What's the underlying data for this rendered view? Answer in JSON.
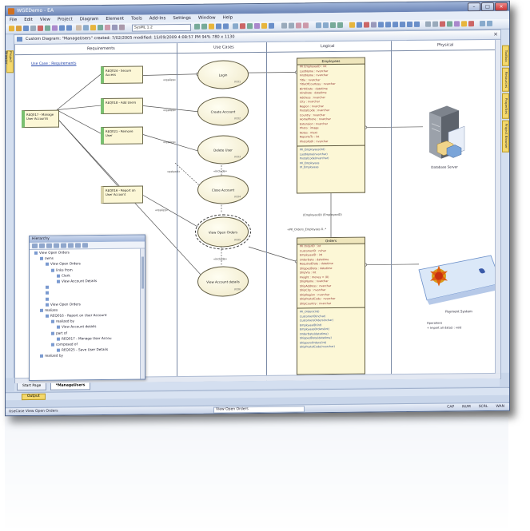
{
  "window": {
    "title": "WGEDemo - EA"
  },
  "menu": [
    "File",
    "Edit",
    "View",
    "Project",
    "Diagram",
    "Element",
    "Tools",
    "Add-Ins",
    "Settings",
    "Window",
    "Help"
  ],
  "toolbar": {
    "selector_value": "SysML 1.2"
  },
  "doc_tab": {
    "label": "Custom Diagram: \"ManageUsers\"  created: 7/02/2005 modified: 15/09/2009 4:08:57 PM  94%  780 x 1130"
  },
  "side_tabs": {
    "left": "Project Browser",
    "right": [
      "Toolbox",
      "Resources",
      "Properties",
      "Project Browser"
    ]
  },
  "lanes": [
    "Requirements",
    "Use Cases",
    "Logical",
    "Physical"
  ],
  "link": "Use Case : Requirements",
  "requirements": [
    {
      "id": "r1",
      "label": "REQ024 - Secure Access"
    },
    {
      "id": "r2",
      "label": "REQ018 - Add Users"
    },
    {
      "id": "r3",
      "label": "REQ017 - Manage User Accounts"
    },
    {
      "id": "r4",
      "label": "REQ021 - Remove User"
    },
    {
      "id": "r5",
      "label": "REQ016 - Report on User Account"
    }
  ],
  "usecases": [
    {
      "id": "u1",
      "label": "Login",
      "code": "UC01"
    },
    {
      "id": "u2",
      "label": "Create Account",
      "code": "UC02"
    },
    {
      "id": "u3",
      "label": "Delete User",
      "code": "UC03"
    },
    {
      "id": "u4",
      "label": "Close Account",
      "code": "UC04"
    },
    {
      "id": "u5",
      "label": "View Open Orders",
      "code": "UC05"
    },
    {
      "id": "u6",
      "label": "View Account details",
      "code": "UC06"
    }
  ],
  "connector_labels": {
    "realize": "«realize»",
    "include": "«include»",
    "extend": "«extend»"
  },
  "classes": {
    "employees": {
      "title": "Employees",
      "attributes": [
        "PK EmployeeID : int",
        "LastName : nvarchar",
        "FirstName : nvarchar",
        "Title : nvarchar",
        "TitleOfCourtesy : nvarchar",
        "BirthDate : datetime",
        "HireDate : datetime",
        "Address : nvarchar",
        "City : nvarchar",
        "Region : nvarchar",
        "PostalCode : nvarchar",
        "Country : nvarchar",
        "HomePhone : nvarchar",
        "Extension : nvarchar",
        "Photo : image",
        "Notes : ntext",
        "ReportsTo : int",
        "PhotoPath : nvarchar"
      ],
      "operations": [
        "PK_Employees(int)",
        "LastName(nvarchar)",
        "PostalCode(nvarchar)",
        "FK_Employees",
        "IX_Employees"
      ]
    },
    "link_label_1": "(EmployeeID) (EmployeeID)",
    "link_label_2": "+PK_Orders_Employees  0..*",
    "orders": {
      "title": "Orders",
      "attributes": [
        "PK OrderID : int",
        "CustomerID : nchar",
        "EmployeeID : int",
        "OrderDate : datetime",
        "RequiredDate : datetime",
        "ShippedDate : datetime",
        "ShipVia : int",
        "Freight : money = (0)",
        "ShipName : nvarchar",
        "ShipAddress : nvarchar",
        "ShipCity : nvarchar",
        "ShipRegion : nvarchar",
        "ShipPostalCode : nvarchar",
        "ShipCountry : nvarchar"
      ],
      "operations": [
        "PK_Orders(int)",
        "CustomerID(nchar)",
        "CustomersOrders(nchar)",
        "EmployeeID(int)",
        "EmployeesOrders(int)",
        "OrderDate(datetime)",
        "ShippedDate(datetime)",
        "ShippersOrders(int)",
        "ShipPostalCode(nvarchar)"
      ]
    }
  },
  "physical": {
    "server_label": "Database Server",
    "payment_label": "Payment System",
    "payment_ops_title": "Operations",
    "payment_ops": [
      "+ Import all data() : void"
    ]
  },
  "hierarchy": {
    "title": "Hierarchy",
    "rows": [
      {
        "indent": 0,
        "text": "View Open Orders"
      },
      {
        "indent": 1,
        "text": "owns"
      },
      {
        "indent": 2,
        "text": "View Open Orders"
      },
      {
        "indent": 3,
        "text": "links from"
      },
      {
        "indent": 4,
        "text": "Clerk"
      },
      {
        "indent": 4,
        "text": "View Account Details"
      },
      {
        "indent": 2,
        "text": ""
      },
      {
        "indent": 2,
        "text": ""
      },
      {
        "indent": 2,
        "text": ""
      },
      {
        "indent": 2,
        "text": "View Open Orders"
      },
      {
        "indent": 1,
        "text": "realizes"
      },
      {
        "indent": 2,
        "text": "REQ016 - Report on User Account"
      },
      {
        "indent": 3,
        "text": "realized by"
      },
      {
        "indent": 4,
        "text": "View Account details"
      },
      {
        "indent": 3,
        "text": "part of"
      },
      {
        "indent": 4,
        "text": "REQ017 - Manage User Accou"
      },
      {
        "indent": 3,
        "text": "composed of"
      },
      {
        "indent": 4,
        "text": "REQ025 - Save User Details"
      },
      {
        "indent": 1,
        "text": "realized by"
      }
    ]
  },
  "bottom_tabs": [
    "Start Page",
    "*ManageUsers"
  ],
  "output": "Output",
  "status": {
    "left": "UseCase View Open Orders",
    "mid": "View Open Orders",
    "right": [
      "CAP",
      "NUM",
      "SCRL",
      "WAN"
    ]
  }
}
